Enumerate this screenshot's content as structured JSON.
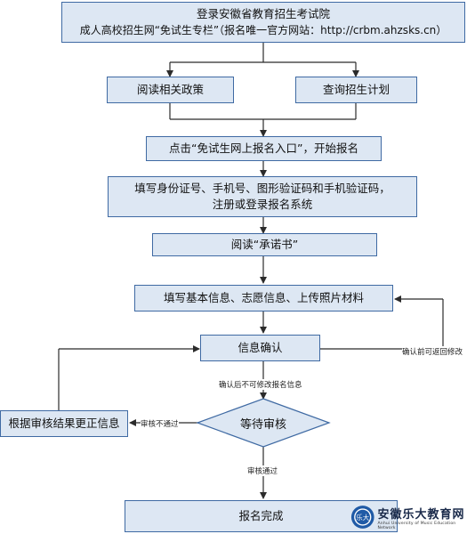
{
  "nodes": {
    "start_line1": "登录安徽省教育招生考试院",
    "start_line2": "成人高校招生网“免试生专栏”（报名唯一官方网站：http://crbm.ahzsks.cn）",
    "read_policy": "阅读相关政策",
    "query_plan": "查询招生计划",
    "click_entry": "点击“免试生网上报名入口”，开始报名",
    "fill_id_line1": "填写身份证号、手机号、图形验证码和手机验证码，",
    "fill_id_line2": "注册或登录报名系统",
    "read_pledge": "阅读“承诺书”",
    "fill_info": "填写基本信息、志愿信息、上传照片材料",
    "confirm_info": "信息确认",
    "wait_review": "等待审核",
    "correct_info": "根据审核结果更正信息",
    "done": "报名完成"
  },
  "edge_labels": {
    "return_before_confirm": "确认前可返回修改",
    "no_change_after_confirm": "确认后不可修改报名信息",
    "review_failed": "审核不通过",
    "review_passed": "审核通过"
  },
  "logo": {
    "title": "安徽乐大教育网",
    "subtitle": "Anhui University of Music Education Network",
    "badge": "乐大"
  },
  "colors": {
    "box_fill": "#dde7f3",
    "box_border": "#3f6aa3",
    "line": "#2b2b2b"
  }
}
